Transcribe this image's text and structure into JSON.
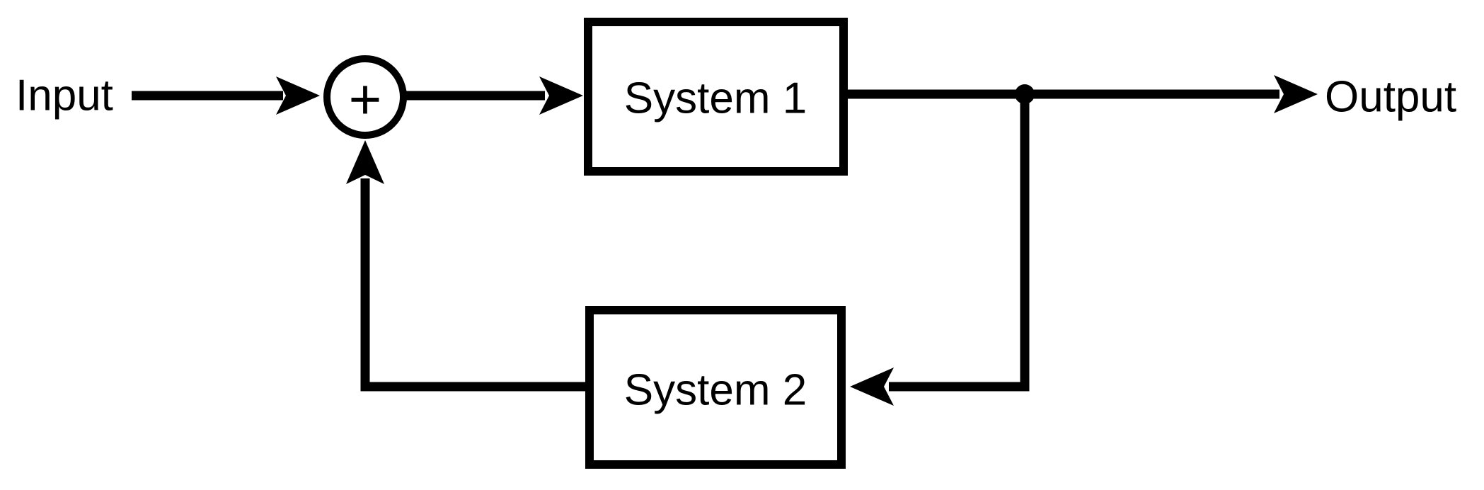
{
  "diagram": {
    "type": "block-diagram",
    "background_color": "#ffffff",
    "line_color": "#000000",
    "labels": {
      "input": "Input",
      "output": "Output",
      "system1": "System 1",
      "system2": "System 2",
      "summing_junction_sign": "+"
    },
    "nodes": [
      {
        "id": "input",
        "kind": "external-label",
        "label": "Input"
      },
      {
        "id": "summing-junction",
        "kind": "summing-junction",
        "sign": "+"
      },
      {
        "id": "system1",
        "kind": "block",
        "label": "System 1"
      },
      {
        "id": "pickoff-dot",
        "kind": "pickoff-point"
      },
      {
        "id": "system2",
        "kind": "block",
        "label": "System 2"
      },
      {
        "id": "output",
        "kind": "external-label",
        "label": "Output"
      }
    ],
    "edges": [
      {
        "from": "input",
        "to": "summing-junction",
        "arrowhead": true
      },
      {
        "from": "summing-junction",
        "to": "system1",
        "arrowhead": true
      },
      {
        "from": "system1",
        "to": "output",
        "via": "pickoff-dot",
        "arrowhead": true
      },
      {
        "from": "pickoff-dot",
        "to": "system2",
        "arrowhead": true,
        "direction": "down-then-left"
      },
      {
        "from": "system2",
        "to": "summing-junction",
        "arrowhead": true,
        "direction": "left-then-up"
      }
    ]
  }
}
